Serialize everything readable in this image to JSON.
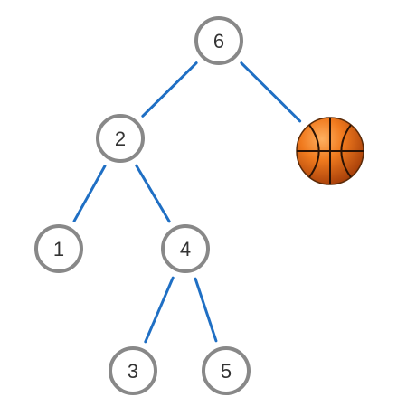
{
  "tree": {
    "edge_color": "#1f6fc4",
    "node_border_color": "#888888",
    "node_fill_color": "#ffffff",
    "nodes": [
      {
        "id": "n6",
        "label": "6",
        "kind": "number"
      },
      {
        "id": "n2",
        "label": "2",
        "kind": "number"
      },
      {
        "id": "ball",
        "label": "",
        "kind": "basketball-icon"
      },
      {
        "id": "n1",
        "label": "1",
        "kind": "number"
      },
      {
        "id": "n4",
        "label": "4",
        "kind": "number"
      },
      {
        "id": "n3",
        "label": "3",
        "kind": "number"
      },
      {
        "id": "n5",
        "label": "5",
        "kind": "number"
      }
    ],
    "edges": [
      {
        "from": "n6",
        "to": "n2"
      },
      {
        "from": "n6",
        "to": "ball"
      },
      {
        "from": "n2",
        "to": "n1"
      },
      {
        "from": "n2",
        "to": "n4"
      },
      {
        "from": "n4",
        "to": "n3"
      },
      {
        "from": "n4",
        "to": "n5"
      }
    ]
  }
}
